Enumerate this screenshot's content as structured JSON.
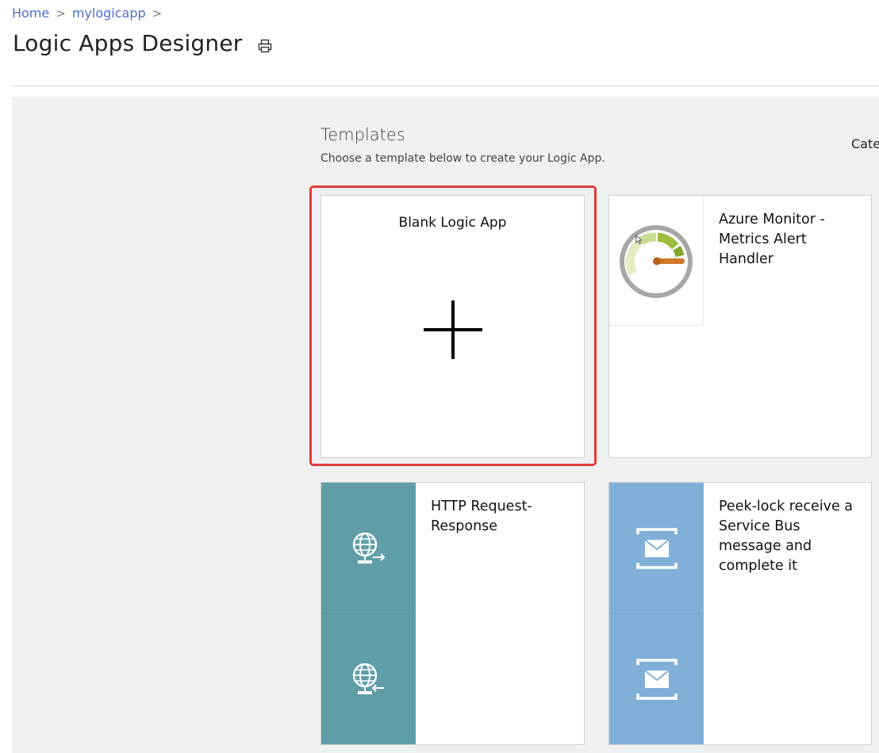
{
  "breadcrumb": {
    "home": "Home",
    "app": "mylogicapp",
    "separator": ">"
  },
  "page": {
    "title": "Logic Apps Designer"
  },
  "templates": {
    "heading": "Templates",
    "subtitle": "Choose a template below to create your Logic App.",
    "categories_label": "Cate"
  },
  "cards": {
    "blank": {
      "title": "Blank Logic App"
    },
    "monitor": {
      "title": "Azure Monitor - Metrics Alert Handler"
    },
    "http": {
      "title": "HTTP Request-Response"
    },
    "servicebus": {
      "title": "Peek-lock receive a Service Bus message and complete it"
    }
  },
  "colors": {
    "accent_link": "#4c6fd1",
    "highlight_border": "#e03b3b",
    "http_tile": "#5f9ea7",
    "servicebus_tile": "#80b0d8",
    "canvas_bg": "#f0f0f0"
  },
  "icons": {
    "print": "print-icon",
    "plus": "plus-icon",
    "gauge": "gauge-icon",
    "globe_send": "globe-request-icon",
    "globe_receive": "globe-response-icon",
    "envelope": "envelope-icon"
  }
}
